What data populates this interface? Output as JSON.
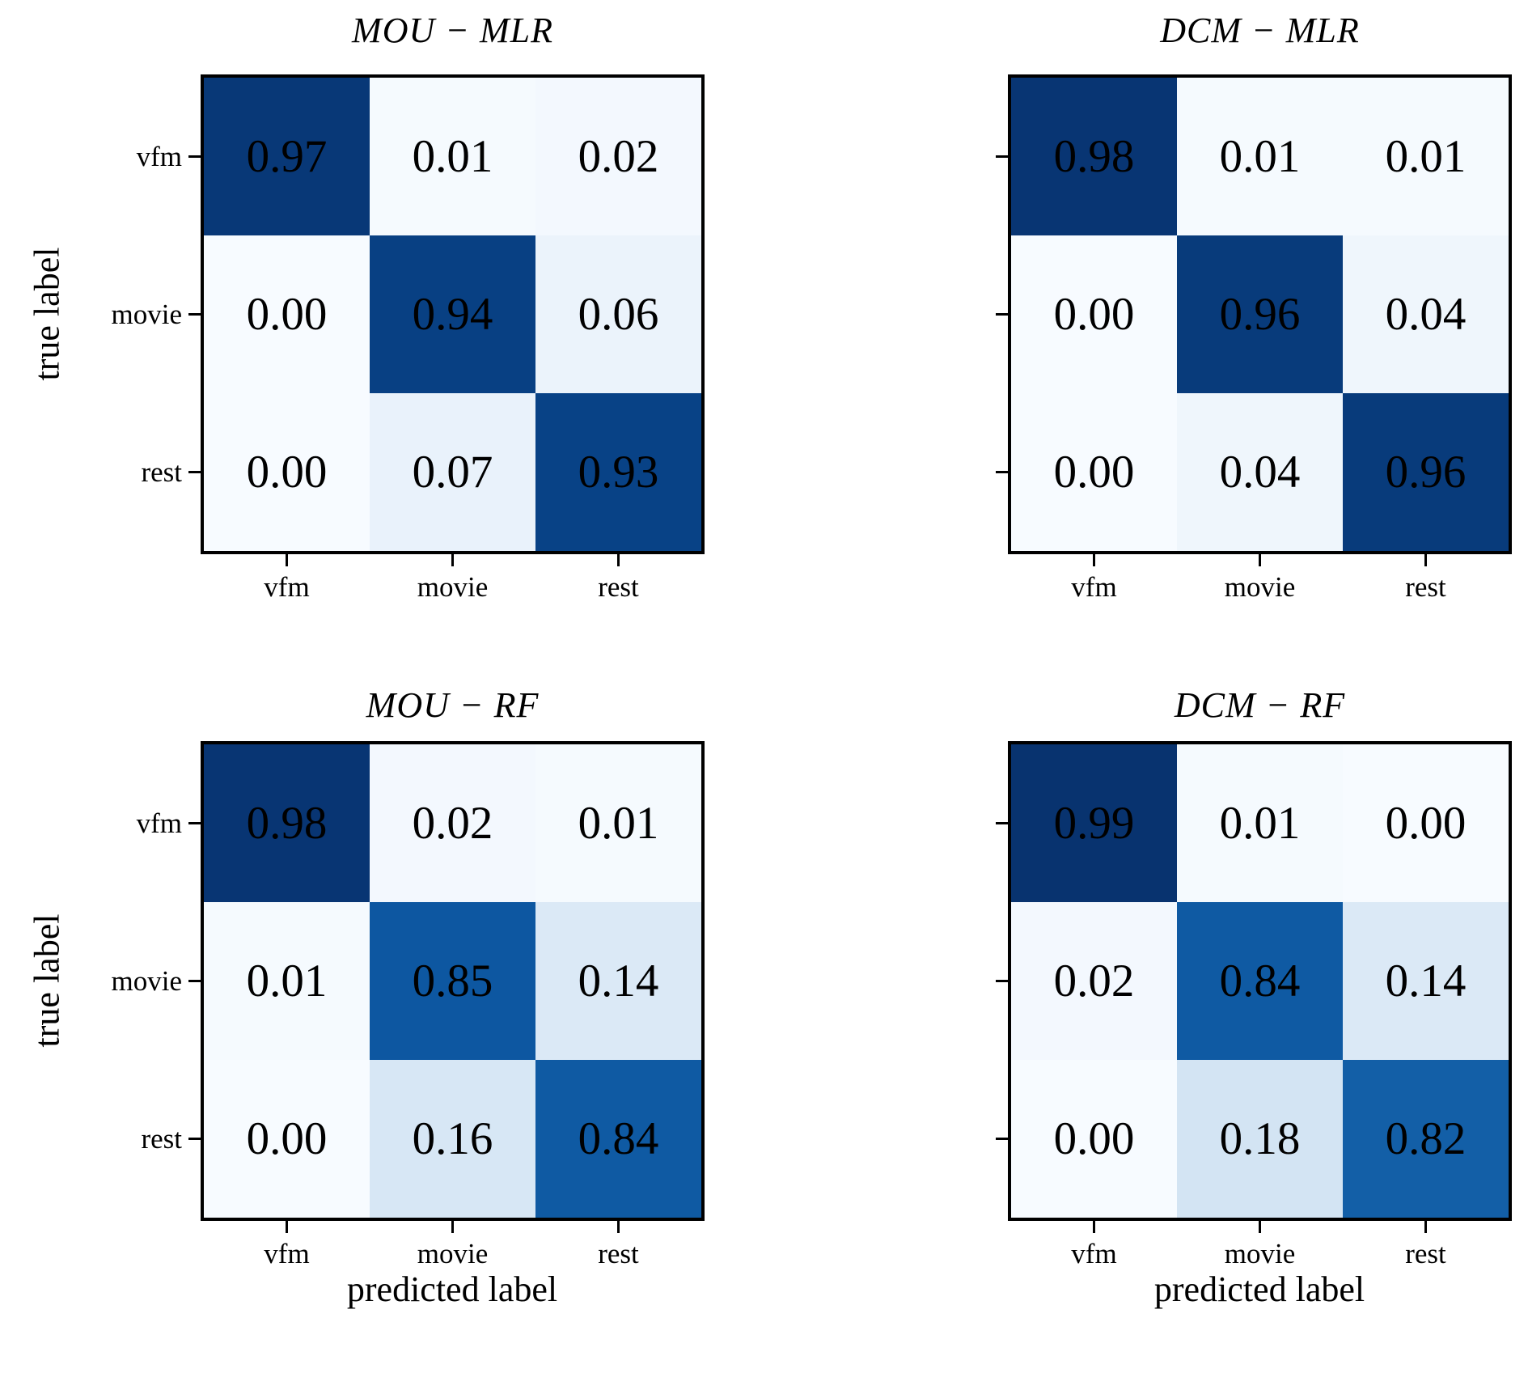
{
  "figure": {
    "background": "#ffffff",
    "text_color": "#000000",
    "spine_color": "#000000"
  },
  "colors": {
    "cell_text": "#000000",
    "blues_colormap_stops": [
      "#f7fbff",
      "#deebf7",
      "#c6dbef",
      "#9ecae1",
      "#6baed6",
      "#4292c6",
      "#2171b5",
      "#08519c",
      "#08306b"
    ]
  },
  "chart_data": [
    {
      "type": "heatmap",
      "title": "MOU − MLR",
      "ylabel": "true label",
      "xlabel": "",
      "rows": [
        "vfm",
        "movie",
        "rest"
      ],
      "cols": [
        "vfm",
        "movie",
        "rest"
      ],
      "values": [
        [
          0.97,
          0.01,
          0.02
        ],
        [
          0.0,
          0.94,
          0.06
        ],
        [
          0.0,
          0.07,
          0.93
        ]
      ],
      "vmin": 0,
      "vmax": 1,
      "colormap": "Blues",
      "show_row_labels": true,
      "show_col_labels": true,
      "grid": false
    },
    {
      "type": "heatmap",
      "title": "DCM − MLR",
      "ylabel": "",
      "xlabel": "",
      "rows": [
        "vfm",
        "movie",
        "rest"
      ],
      "cols": [
        "vfm",
        "movie",
        "rest"
      ],
      "values": [
        [
          0.98,
          0.01,
          0.01
        ],
        [
          0.0,
          0.96,
          0.04
        ],
        [
          0.0,
          0.04,
          0.96
        ]
      ],
      "vmin": 0,
      "vmax": 1,
      "colormap": "Blues",
      "show_row_labels": false,
      "show_col_labels": true,
      "grid": false
    },
    {
      "type": "heatmap",
      "title": "MOU − RF",
      "ylabel": "true label",
      "xlabel": "predicted label",
      "rows": [
        "vfm",
        "movie",
        "rest"
      ],
      "cols": [
        "vfm",
        "movie",
        "rest"
      ],
      "values": [
        [
          0.98,
          0.02,
          0.01
        ],
        [
          0.01,
          0.85,
          0.14
        ],
        [
          0.0,
          0.16,
          0.84
        ]
      ],
      "vmin": 0,
      "vmax": 1,
      "colormap": "Blues",
      "show_row_labels": true,
      "show_col_labels": true,
      "grid": false
    },
    {
      "type": "heatmap",
      "title": "DCM − RF",
      "ylabel": "",
      "xlabel": "predicted label",
      "rows": [
        "vfm",
        "movie",
        "rest"
      ],
      "cols": [
        "vfm",
        "movie",
        "rest"
      ],
      "values": [
        [
          0.99,
          0.01,
          0.0
        ],
        [
          0.02,
          0.84,
          0.14
        ],
        [
          0.0,
          0.18,
          0.82
        ]
      ],
      "vmin": 0,
      "vmax": 1,
      "colormap": "Blues",
      "show_row_labels": false,
      "show_col_labels": true,
      "grid": false
    }
  ]
}
